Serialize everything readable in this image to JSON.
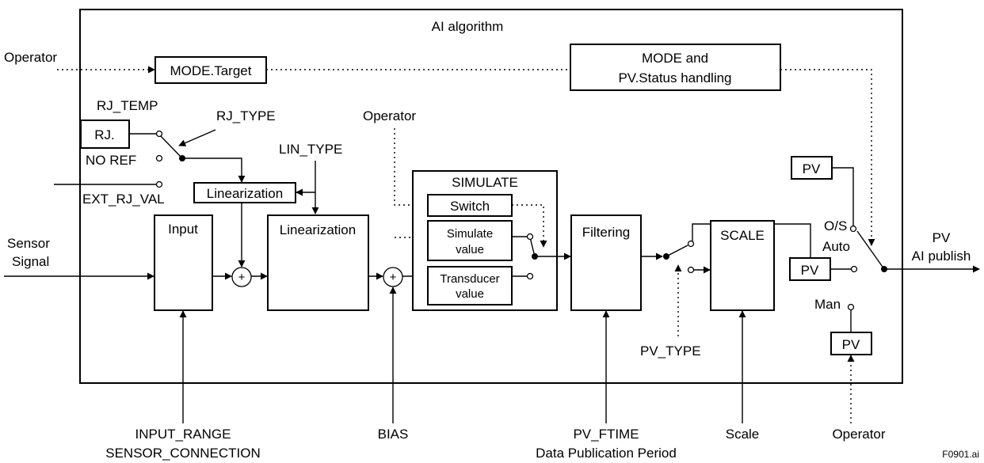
{
  "diagram": {
    "title": "AI algorithm",
    "operator_top": "Operator",
    "mode_target": "MODE.Target",
    "mode_status_line1": "MODE and",
    "mode_status_line2": "PV.Status handling",
    "rj_temp": "RJ_TEMP",
    "rj_box": "RJ.",
    "rj_type": "RJ_TYPE",
    "no_ref": "NO REF",
    "ext_rj_val": "EXT_RJ_VAL",
    "rj_linearization": "Linearization",
    "lin_type": "LIN_TYPE",
    "operator_sim": "Operator",
    "simulate": "SIMULATE",
    "switch": "Switch",
    "simulate_value_line1": "Simulate",
    "simulate_value_line2": "value",
    "transducer_value_line1": "Transducer",
    "transducer_value_line2": "value",
    "sensor_signal_line1": "Sensor",
    "sensor_signal_line2": "Signal",
    "input": "Input",
    "linearization": "Linearization",
    "plus": "+",
    "filtering": "Filtering",
    "scale_box": "SCALE",
    "pv_top": "PV",
    "pv_auto": "PV",
    "pv_man": "PV",
    "os": "O/S",
    "auto": "Auto",
    "man": "Man",
    "output_line1": "PV",
    "output_line2": "AI publish",
    "pv_type": "PV_TYPE",
    "input_range": "INPUT_RANGE",
    "sensor_connection": "SENSOR_CONNECTION",
    "bias": "BIAS",
    "pv_ftime": "PV_FTIME",
    "data_publication_period": "Data Publication Period",
    "scale_label": "Scale",
    "operator_bottom": "Operator",
    "figure_id": "F0901.ai"
  }
}
